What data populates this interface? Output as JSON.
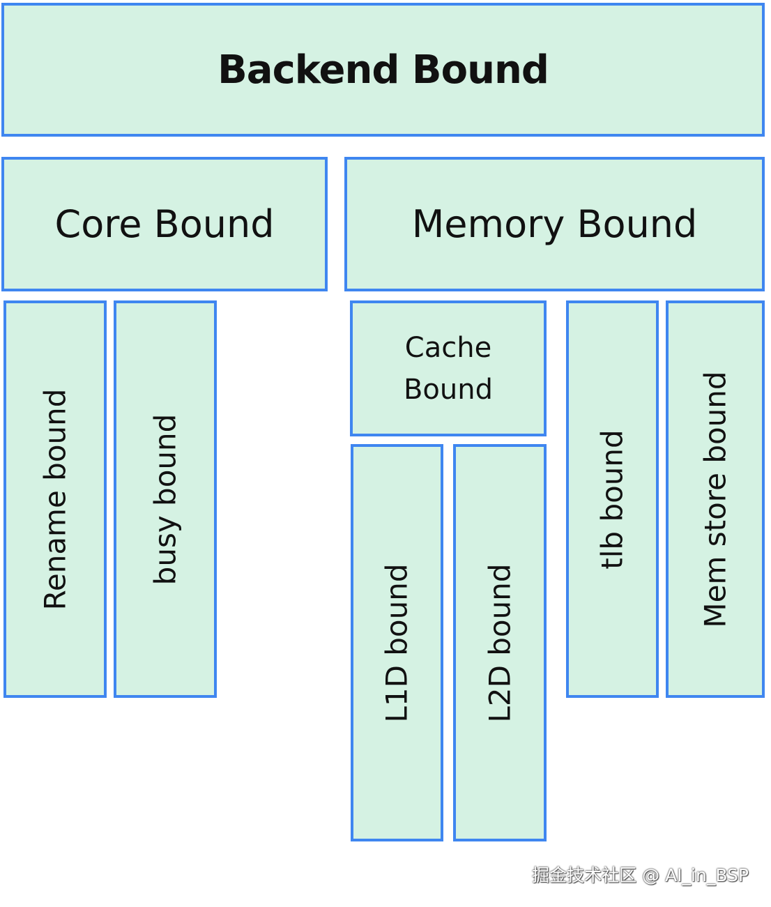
{
  "diagram": {
    "root": {
      "label": "Backend Bound"
    },
    "level2": [
      {
        "label": "Core Bound"
      },
      {
        "label": "Memory Bound"
      }
    ],
    "core_children": [
      {
        "label": "Rename bound"
      },
      {
        "label": "busy bound"
      }
    ],
    "memory_children": {
      "cache": {
        "line1": "Cache",
        "line2": "Bound"
      },
      "cache_children": [
        {
          "label": "L1D bound"
        },
        {
          "label": "L2D bound"
        }
      ],
      "others": [
        {
          "label": "tlb bound"
        },
        {
          "label": "Mem store bound"
        }
      ]
    },
    "colors": {
      "box_fill": "#d5f2e3",
      "box_border": "#3f86f0",
      "text": "#111111"
    }
  },
  "watermark": "掘金技术社区 @ AI_in_BSP"
}
